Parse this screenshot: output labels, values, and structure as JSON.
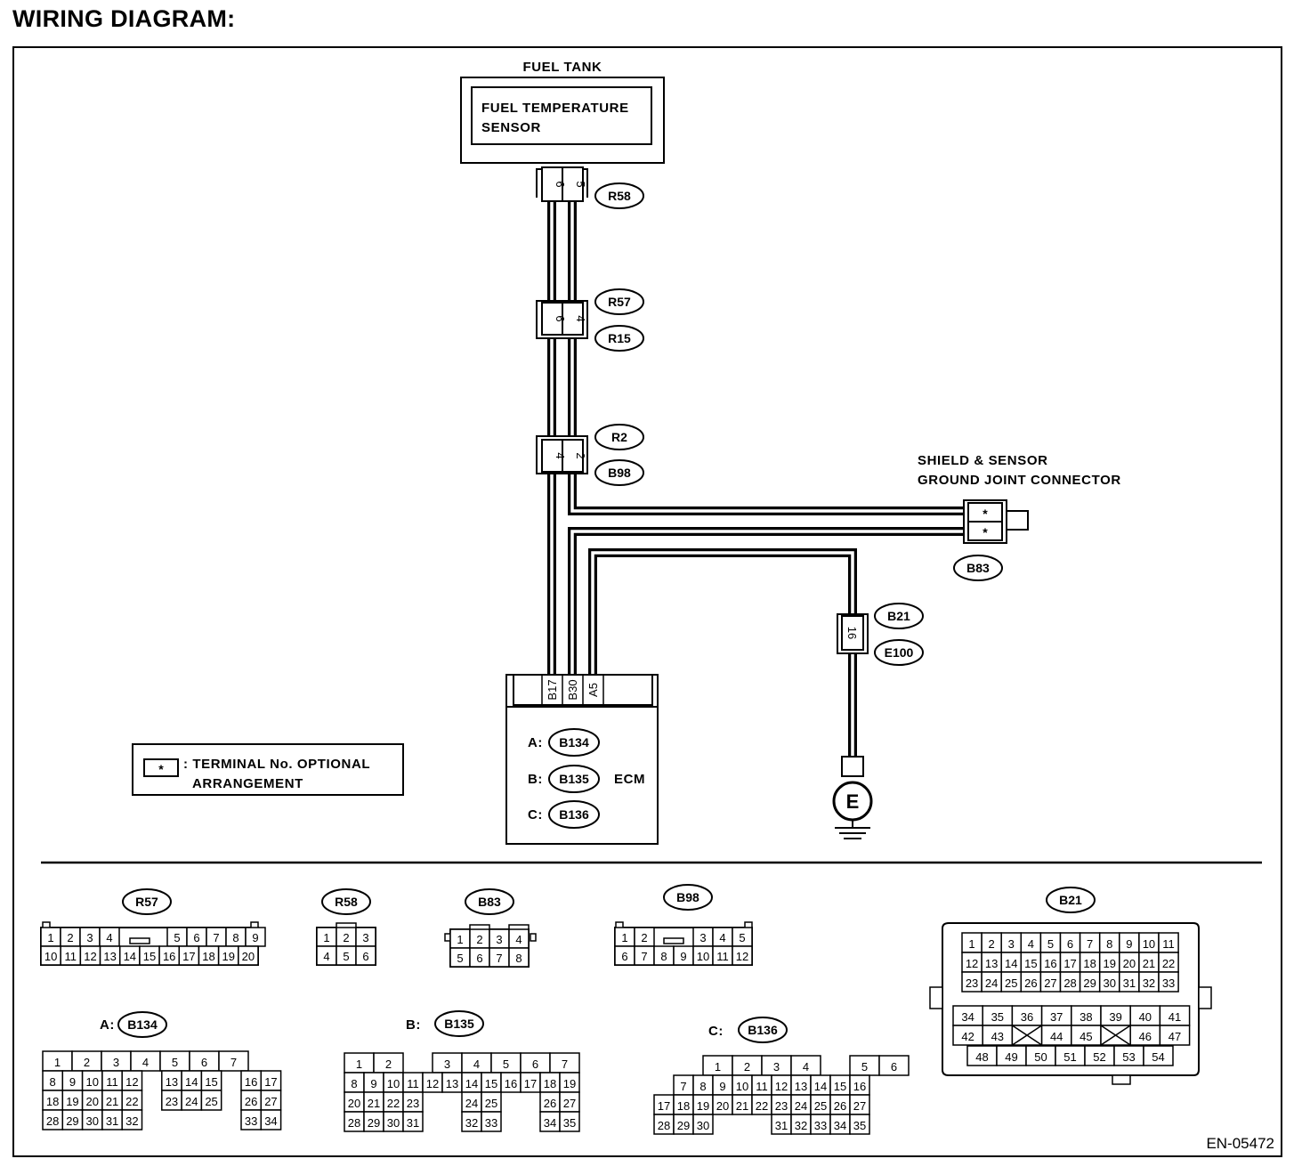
{
  "title": "WIRING DIAGRAM:",
  "fuel_tank_label": "FUEL TANK",
  "sensor_label": [
    "FUEL TEMPERATURE",
    "SENSOR"
  ],
  "shield_label": [
    "SHIELD & SENSOR",
    "GROUND JOINT CONNECTOR"
  ],
  "ecm_label": "ECM",
  "ground_label": "E",
  "legend_symbol": "*",
  "legend_text": [
    ": TERMINAL No. OPTIONAL",
    "ARRANGEMENT"
  ],
  "figure_id": "EN-05472",
  "inline_connectors": {
    "r58": {
      "ids": [
        "R58"
      ],
      "pins": [
        "6",
        "5"
      ]
    },
    "r57_r15": {
      "ids": [
        "R57",
        "R15"
      ],
      "pins": [
        "6",
        "4"
      ]
    },
    "r2_b98": {
      "ids": [
        "R2",
        "B98"
      ],
      "pins": [
        "4",
        "2"
      ]
    },
    "b83": {
      "ids": [
        "B83"
      ],
      "pins": [
        "*",
        "*"
      ]
    },
    "b21_e100": {
      "ids": [
        "B21",
        "E100"
      ],
      "pins": [
        "16"
      ]
    }
  },
  "ecm": {
    "pins": [
      "B17",
      "B30",
      "A5"
    ],
    "connectors": [
      {
        "prefix": "A:",
        "id": "B134"
      },
      {
        "prefix": "B:",
        "id": "B135"
      },
      {
        "prefix": "C:",
        "id": "B136"
      }
    ]
  },
  "connector_faces": [
    {
      "id": "R57",
      "prefix": "",
      "rows": [
        [
          "1",
          "2",
          "3",
          "4",
          "",
          "5",
          "6",
          "7",
          "8",
          "9"
        ],
        [
          "10",
          "11",
          "12",
          "13",
          "14",
          "15",
          "16",
          "17",
          "18",
          "19",
          "20"
        ]
      ]
    },
    {
      "id": "R58",
      "prefix": "",
      "rows": [
        [
          "1",
          "2",
          "3"
        ],
        [
          "4",
          "5",
          "6"
        ]
      ]
    },
    {
      "id": "B83",
      "prefix": "",
      "rows": [
        [
          "1",
          "2",
          "3",
          "4"
        ],
        [
          "5",
          "6",
          "7",
          "8"
        ]
      ]
    },
    {
      "id": "B98",
      "prefix": "",
      "rows": [
        [
          "1",
          "2",
          "",
          "3",
          "4",
          "5"
        ],
        [
          "6",
          "7",
          "8",
          "9",
          "10",
          "11",
          "12"
        ]
      ]
    },
    {
      "id": "B21",
      "prefix": "",
      "rows": [
        [
          "1",
          "2",
          "3",
          "4",
          "5",
          "6",
          "7",
          "8",
          "9",
          "10",
          "11"
        ],
        [
          "12",
          "13",
          "14",
          "15",
          "16",
          "17",
          "18",
          "19",
          "20",
          "21",
          "22"
        ],
        [
          "23",
          "24",
          "25",
          "26",
          "27",
          "28",
          "29",
          "30",
          "31",
          "32",
          "33"
        ],
        [
          "34",
          "35",
          "36",
          "37",
          "38",
          "39",
          "40",
          "41"
        ],
        [
          "42",
          "43",
          "",
          "44",
          "45",
          "",
          "46",
          "47"
        ],
        [
          "48",
          "49",
          "50",
          "51",
          "52",
          "53",
          "54"
        ]
      ]
    },
    {
      "id": "B134",
      "prefix": "A:",
      "rows": [
        [
          "1",
          "2",
          "3",
          "4",
          "5",
          "6",
          "7"
        ],
        [
          "8",
          "9",
          "10",
          "11",
          "12",
          "13",
          "14",
          "15",
          "16",
          "17"
        ],
        [
          "18",
          "19",
          "20",
          "21",
          "22",
          "23",
          "24",
          "25",
          "26",
          "27"
        ],
        [
          "28",
          "29",
          "30",
          "31",
          "32",
          "33",
          "34"
        ]
      ]
    },
    {
      "id": "B135",
      "prefix": "B:",
      "rows": [
        [
          "1",
          "2",
          "3",
          "4",
          "5",
          "6",
          "7"
        ],
        [
          "8",
          "9",
          "10",
          "11",
          "12",
          "13",
          "14",
          "15",
          "16",
          "17",
          "18",
          "19"
        ],
        [
          "20",
          "21",
          "22",
          "23",
          "24",
          "25",
          "26",
          "27"
        ],
        [
          "28",
          "29",
          "30",
          "31",
          "32",
          "33",
          "34",
          "35"
        ]
      ]
    },
    {
      "id": "B136",
      "prefix": "C:",
      "rows": [
        [
          "1",
          "2",
          "3",
          "4",
          "5",
          "6"
        ],
        [
          "7",
          "8",
          "9",
          "10",
          "11",
          "12",
          "13",
          "14",
          "15",
          "16"
        ],
        [
          "17",
          "18",
          "19",
          "20",
          "21",
          "22",
          "23",
          "24",
          "25",
          "26",
          "27"
        ],
        [
          "28",
          "29",
          "30",
          "31",
          "32",
          "33",
          "34",
          "35"
        ]
      ]
    }
  ]
}
